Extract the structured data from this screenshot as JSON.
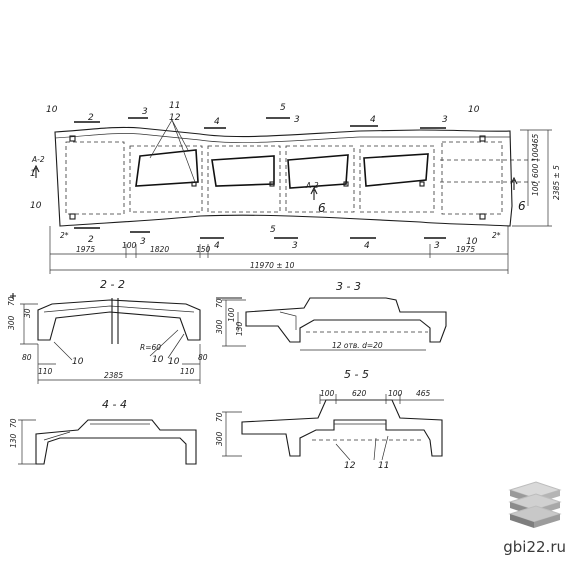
{
  "sections": {
    "s22": "2 - 2",
    "s33": "3 - 3",
    "s44": "4 - 4",
    "s55": "5 - 5"
  },
  "marks": {
    "m1": "1",
    "m2": "2",
    "m3": "3",
    "m4": "4",
    "m5": "5",
    "m6": "6",
    "m10": "10",
    "m11": "11",
    "m12": "12"
  },
  "plan_dims": {
    "d1975": "1975",
    "d100": "100",
    "d1820": "1820",
    "d150": "150",
    "d1975r": "1975",
    "total": "11970 ± 10",
    "d2385": "2385 ± 5",
    "d465": "465",
    "d100b": "100",
    "d600": "600",
    "d100c": "100",
    "d2a": "2*",
    "d2b": "2*",
    "aa": "А-2"
  },
  "sec22_dims": {
    "h300": "300",
    "h70": "70",
    "h30": "30",
    "b80l": "80",
    "b110l": "110",
    "r60": "R=60",
    "b110r": "110",
    "b80r": "80",
    "w2385": "2385",
    "n10a": "10",
    "n10b": "10",
    "n10c": "10"
  },
  "sec33_dims": {
    "h300": "300",
    "h70": "70",
    "h100": "100",
    "h130": "130",
    "holes": "12 отв. d=20"
  },
  "sec44_dims": {
    "h130": "130",
    "h70": "70"
  },
  "sec55_dims": {
    "d100a": "100",
    "d620": "620",
    "d100b": "100",
    "d465": "465",
    "h300": "300",
    "h70": "70",
    "n12": "12",
    "n11": "11"
  },
  "watermark": {
    "site": "gbi22.ru",
    "icon": "stacked-slabs-logo"
  }
}
